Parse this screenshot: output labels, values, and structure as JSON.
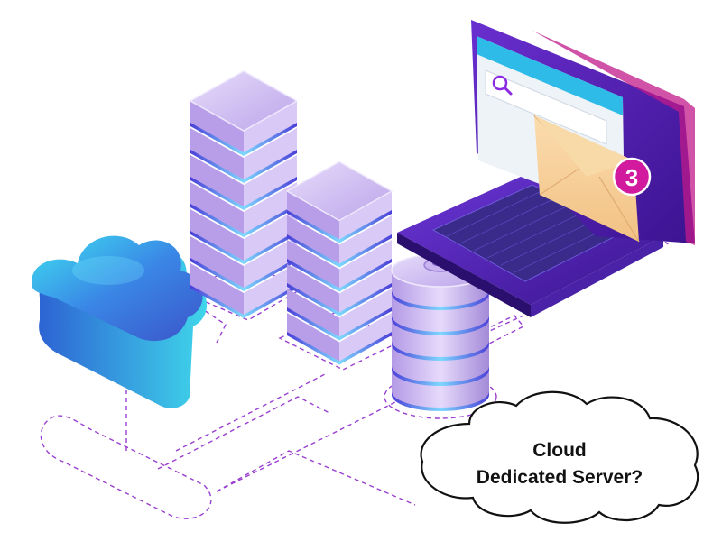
{
  "illustration": {
    "caption": {
      "line1": "Cloud",
      "line2": "Dedicated Server?"
    },
    "notification_badge": "3",
    "icons": {
      "cloud": "cloud-icon",
      "search": "search-icon",
      "envelope": "envelope-icon",
      "servers": "server-rack-icon",
      "database": "database-icon",
      "laptop": "laptop-icon"
    },
    "colors": {
      "accent_purple": "#8a2be2",
      "deep_purple": "#4a1a8c",
      "server_lavender": "#cdb8f0",
      "cloud_blue": "#2f7de0",
      "cloud_cyan": "#35d4ee",
      "envelope_peach": "#f6cf9a",
      "badge_magenta": "#d11a9e",
      "connector_dash": "#9a3fd0"
    }
  }
}
